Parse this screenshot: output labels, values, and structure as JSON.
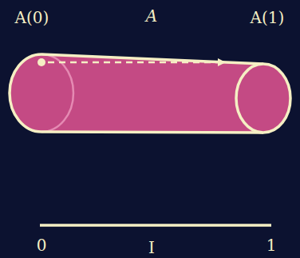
{
  "diagram": {
    "labels": [
      "A(0)",
      "A",
      "A(1)",
      "0",
      "I",
      "1"
    ]
  }
}
